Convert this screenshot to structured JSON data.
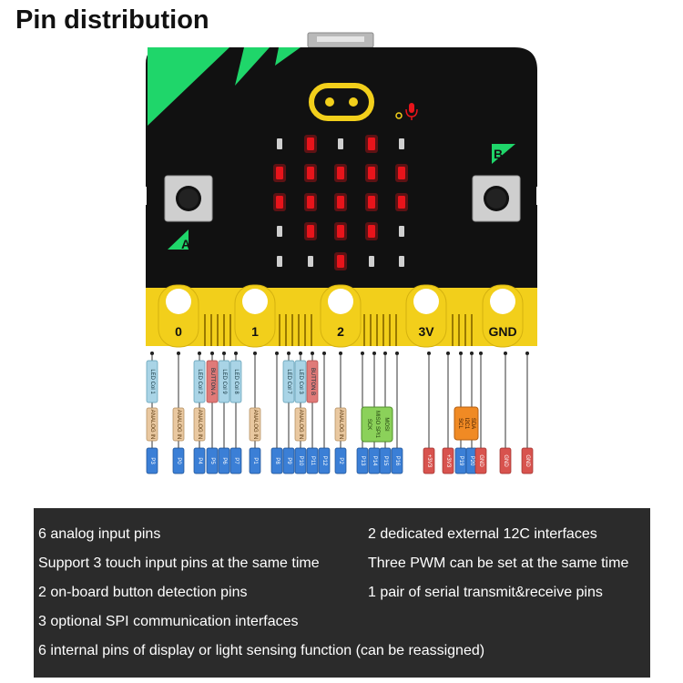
{
  "title": "Pin distribution",
  "board": {
    "button_a": "A",
    "button_b": "B",
    "edge_labels": [
      "0",
      "1",
      "2",
      "3V",
      "GND"
    ]
  },
  "pins": [
    {
      "top": "LED Col 1",
      "mid": "ANALOG IN",
      "name": "P3"
    },
    {
      "top": "",
      "mid": "ANALOG IN",
      "name": "P0"
    },
    {
      "top": "LED Col 2",
      "mid": "ANALOG IN",
      "name": "P4"
    },
    {
      "top": "BUTTON A",
      "mid": "",
      "name": "P5"
    },
    {
      "top": "LED Col 9",
      "mid": "",
      "name": "P6"
    },
    {
      "top": "LED Col 8",
      "mid": "",
      "name": "P7"
    },
    {
      "top": "",
      "mid": "ANALOG IN",
      "name": "P1"
    },
    {
      "top": "",
      "mid": "",
      "name": "P8"
    },
    {
      "top": "LED Col 7",
      "mid": "",
      "name": "P9"
    },
    {
      "top": "LED Col 3",
      "mid": "ANALOG IN",
      "name": "P10"
    },
    {
      "top": "BUTTON B",
      "mid": "",
      "name": "P11"
    },
    {
      "top": "",
      "mid": "",
      "name": "P12"
    },
    {
      "top": "",
      "mid": "ANALOG IN",
      "name": "P2"
    },
    {
      "top": "",
      "mid": "",
      "name": "P13"
    },
    {
      "top": "",
      "mid": "",
      "name": "P14"
    },
    {
      "top": "",
      "mid": "",
      "name": "P15"
    },
    {
      "top": "",
      "mid": "",
      "name": "P16"
    },
    {
      "top": "",
      "mid": "",
      "name": "+3V3"
    },
    {
      "top": "",
      "mid": "",
      "name": "+3V3"
    },
    {
      "top": "",
      "mid": "",
      "name": "P19"
    },
    {
      "top": "",
      "mid": "",
      "name": "P20"
    },
    {
      "top": "",
      "mid": "",
      "name": "GND"
    },
    {
      "top": "",
      "mid": "",
      "name": "GND"
    },
    {
      "top": "",
      "mid": "",
      "name": "GND"
    }
  ],
  "spi_labels": [
    "SCK",
    "MISO SPI1",
    "MOSI"
  ],
  "i2c_labels": [
    "SCL",
    "I2C1",
    "SDA"
  ],
  "features": {
    "analog": "6 analog input pins",
    "i2c": "2 dedicated external 12C interfaces",
    "touch": "Support 3 touch input pins at the same time",
    "pwm": "Three PWM can be set at the same time",
    "button": "2 on-board button detection pins",
    "serial": "1 pair of serial transmit&receive pins",
    "spi": "3 optional SPI communication interfaces",
    "display": "6 internal pins of display or light sensing function (can be reassigned)"
  },
  "colors": {
    "board": "#111111",
    "corner_accent": "#1fd66a",
    "edge_gold": "#f2cf1b",
    "led_on": "#e8141b",
    "led_off": "#cfcfcf",
    "pin_blue": "#3b7fd6",
    "pin_red": "#d8534e",
    "led_col_tag": "#a9d4e6",
    "button_tag": "#e07a78",
    "analog_tag": "#e9c8a0",
    "spi_tag": "#8bd15a",
    "i2c_tag": "#f08a24",
    "feature_bg": "#2b2b2b"
  }
}
